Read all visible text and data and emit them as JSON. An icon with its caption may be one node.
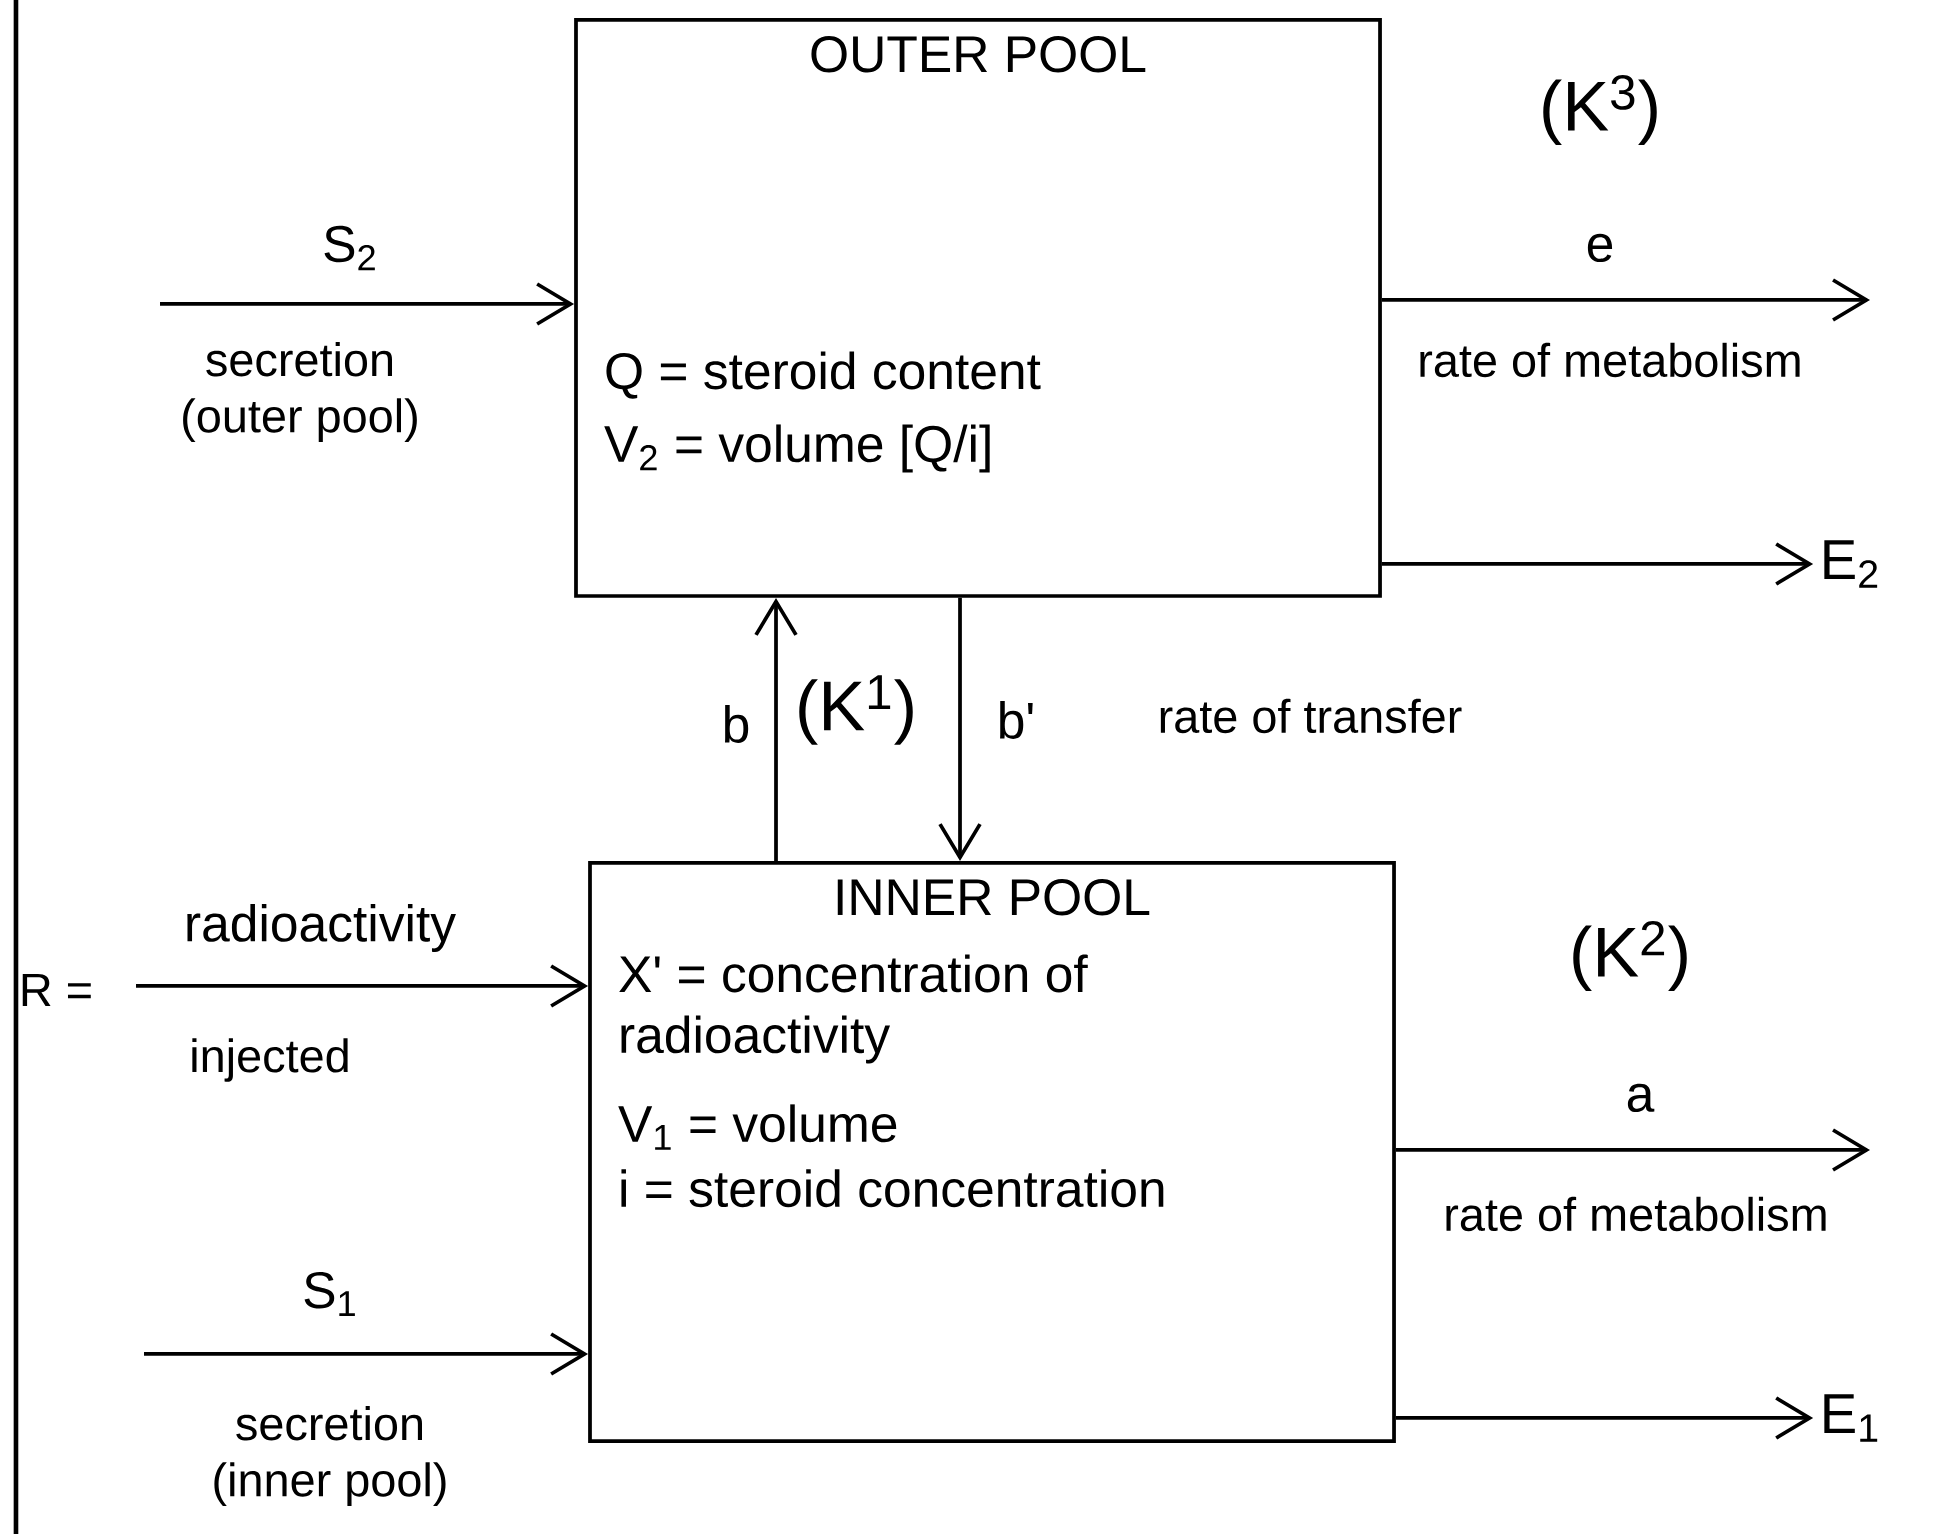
{
  "diagram": {
    "nodes": [
      {
        "text": [
          "OUTER POOL",
          "Q = steroid content",
          "V$_{2}$ = volume [Q/i]"
        ]
      },
      {
        "text": [
          "INNER POOL",
          "X' = concentration of radioactivity",
          "V$_{1}$ = volume",
          "i = steroid concentration"
        ]
      },
      {
        "text": [
          "E$_{2}$"
        ]
      },
      {
        "text": [
          "E$_{1}$"
        ]
      }
    ],
    "edges": [
      {
        "from": null,
        "to": 0,
        "arrow": "to",
        "label": "S$_{2}$"
      },
      {
        "from": 0,
        "to": null,
        "arrow": "to",
        "label": "e"
      },
      {
        "from": 0,
        "to": 2,
        "arrow": "to"
      },
      {
        "from": 1,
        "to": 0,
        "arrow": "to",
        "label": "b"
      },
      {
        "from": 0,
        "to": 1,
        "arrow": "to",
        "label": "b'"
      },
      {
        "from": null,
        "to": 1,
        "arrow": "to",
        "label": "radioactivity"
      },
      {
        "from": null,
        "to": 1,
        "arrow": "to",
        "label": "S$_{1}$"
      },
      {
        "from": 1,
        "to": null,
        "arrow": "to",
        "label": "a"
      },
      {
        "from": 1,
        "to": 3,
        "arrow": "to"
      }
    ],
    "labels": [
      "(K$^{3}$)",
      "secretion (outer pool)",
      "rate of metabolism",
      "(K$^{1}$)",
      "rate of transfer",
      "R =",
      "injected",
      "(K$^{2}$)",
      "rate of metabolism",
      "secretion (inner pool)"
    ]
  }
}
